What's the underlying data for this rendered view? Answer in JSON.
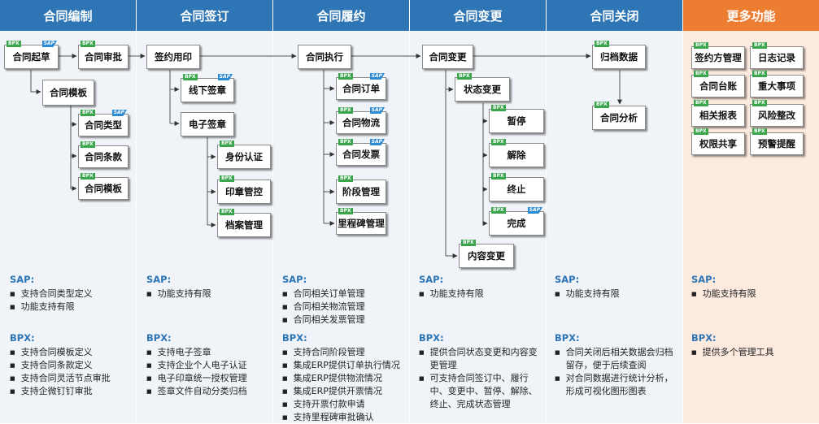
{
  "headers": [
    "合同编制",
    "合同签订",
    "合同履约",
    "合同变更",
    "合同关闭",
    "更多功能"
  ],
  "tags": {
    "bpx": "BPX",
    "sap": "SAP"
  },
  "boxes": {
    "draft": "合同起草",
    "approve": "合同审批",
    "template": "合同模板",
    "contract_type": "合同类型",
    "contract_clause": "合同条款",
    "contract_template": "合同模板",
    "sign": "签约用印",
    "offline_sign": "线下签章",
    "e_sign": "电子签章",
    "identity": "身份认证",
    "seal_control": "印章管控",
    "archive_mgmt": "档案管理",
    "execute": "合同执行",
    "order": "合同订单",
    "logistics": "合同物流",
    "invoice": "合同发票",
    "stage": "阶段管理",
    "milestone": "里程碑管理",
    "change": "合同变更",
    "status_change": "状态变更",
    "suspend": "暂停",
    "release": "解除",
    "terminate": "终止",
    "complete": "完成",
    "content_change": "内容变更",
    "archive_data": "归档数据",
    "analysis": "合同分析",
    "more": [
      "签约方管理",
      "日志记录",
      "合同台账",
      "重大事项",
      "相关报表",
      "风险整改",
      "权限共享",
      "预警提醒"
    ]
  },
  "notes": {
    "sap_title": "SAP:",
    "bpx_title": "BPX:",
    "bullet": "■",
    "c1_sap": [
      "支持合同类型定义",
      "功能支持有限"
    ],
    "c1_bpx": [
      "支持合同模板定义",
      "支持合同条款定义",
      "支持合同灵活节点审批",
      "支持企微钉钉审批"
    ],
    "c2_sap": [
      "功能支持有限"
    ],
    "c2_bpx": [
      "支持电子签章",
      "支持企业个人电子认证",
      "电子印章统一授权管理",
      "签章文件自动分类归档"
    ],
    "c3_sap": [
      "合同相关订单管理",
      "合同相关物流管理",
      "合同相关发票管理"
    ],
    "c3_bpx": [
      "支持合同阶段管理",
      "集成ERP提供订单执行情况",
      "集成ERP提供物流情况",
      "集成ERP提供开票情况",
      "支持开票付款申请",
      "支持里程碑审批确认"
    ],
    "c4_sap": [
      "功能支持有限"
    ],
    "c4_bpx": [
      "提供合同状态变更和内容变更管理",
      "可支持合同签订中、履行中、变更中、暂停、解除、终止、完成状态管理"
    ],
    "c5_sap": [
      "功能支持有限"
    ],
    "c5_bpx": [
      "合同关闭后相关数据会归档留存，便于后续查阅",
      "对合同数据进行统计分析，形成可视化图形图表"
    ],
    "c6_sap": [
      "功能支持有限"
    ],
    "c6_bpx": [
      "提供多个管理工具"
    ]
  }
}
